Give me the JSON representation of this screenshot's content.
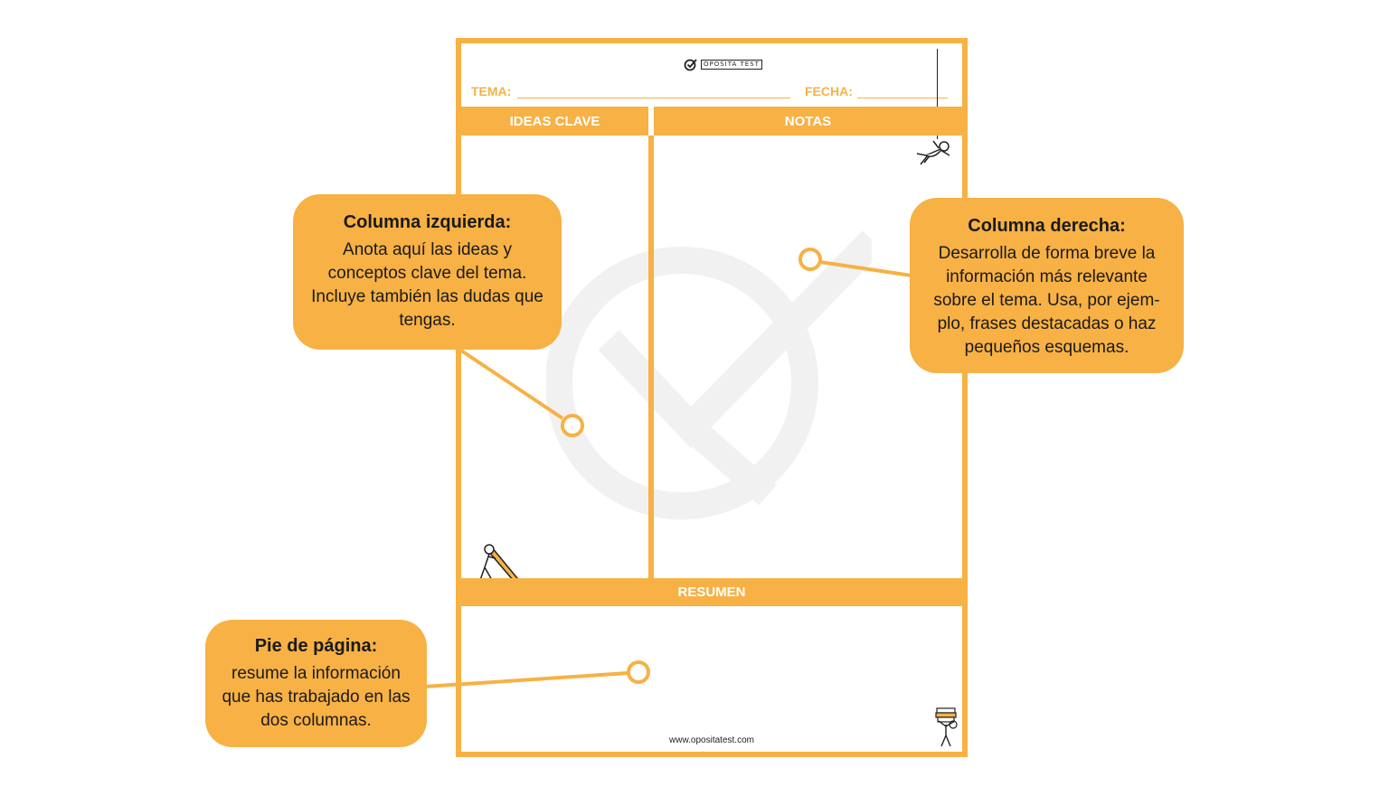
{
  "sheet": {
    "logo_text": "OPOSITA TEST",
    "tema_label": "TEMA:",
    "fecha_label": "FECHA:",
    "col_left_header": "IDEAS CLAVE",
    "col_right_header": "NOTAS",
    "summary_header": "RESUMEN",
    "footer_url": "www.opositatest.com"
  },
  "callouts": {
    "left": {
      "title": "Columna izquierda:",
      "body": "Anota aquí las ideas y conceptos clave del tema. Incluye también las dudas que tengas."
    },
    "right": {
      "title": "Columna derecha:",
      "body": "Desarrolla de forma breve la información más relevante sobre el tema. Usa, por ejem- plo, frases destacadas o haz pequeños esquemas."
    },
    "footer": {
      "title": "Pie de página:",
      "body": "resume la información que has trabajado en las dos columnas."
    }
  },
  "colors": {
    "accent": "#F7B144",
    "watermark": "#F1F1F1",
    "text": "#1a1a1a"
  },
  "icons": [
    "check-circle-logo-icon",
    "falling-person-icon",
    "person-pushing-pencil-icon",
    "person-carrying-books-icon",
    "watermark-check-icon"
  ]
}
